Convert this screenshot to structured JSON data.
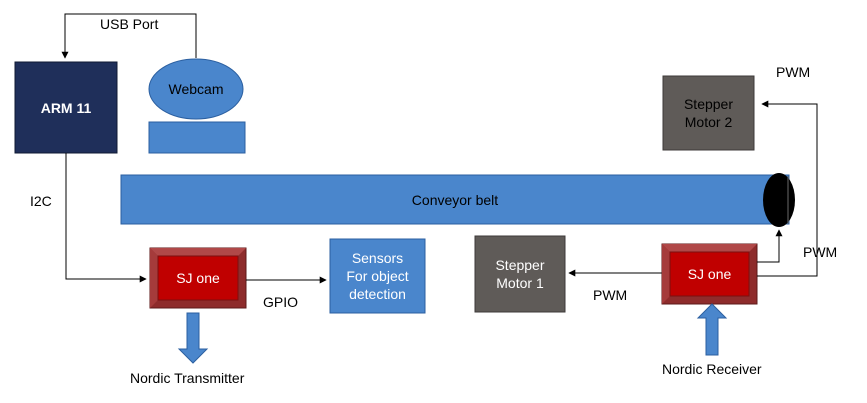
{
  "blocks": {
    "arm11": "ARM 11",
    "webcam": "Webcam",
    "conveyor": "Conveyor belt",
    "sj_one_left": "SJ one",
    "sj_one_right": "SJ one",
    "sensors_l1": "Sensors",
    "sensors_l2": "For object",
    "sensors_l3": "detection",
    "stepper1_l1": "Stepper",
    "stepper1_l2": "Motor 1",
    "stepper2_l1": "Stepper",
    "stepper2_l2": "Motor 2"
  },
  "labels": {
    "usb_port": "USB Port",
    "i2c": "I2C",
    "gpio": "GPIO",
    "pwm_motor1": "PWM",
    "pwm_right": "PWM",
    "pwm_top": "PWM",
    "nordic_transmitter": "Nordic Transmitter",
    "nordic_receiver": "Nordic Receiver"
  },
  "colors": {
    "arm_fill": "#1f2f5a",
    "blue": "#4a86cc",
    "red": "#c00000",
    "red_bevel": "#8e2c2c",
    "gray": "#5f5b58"
  }
}
